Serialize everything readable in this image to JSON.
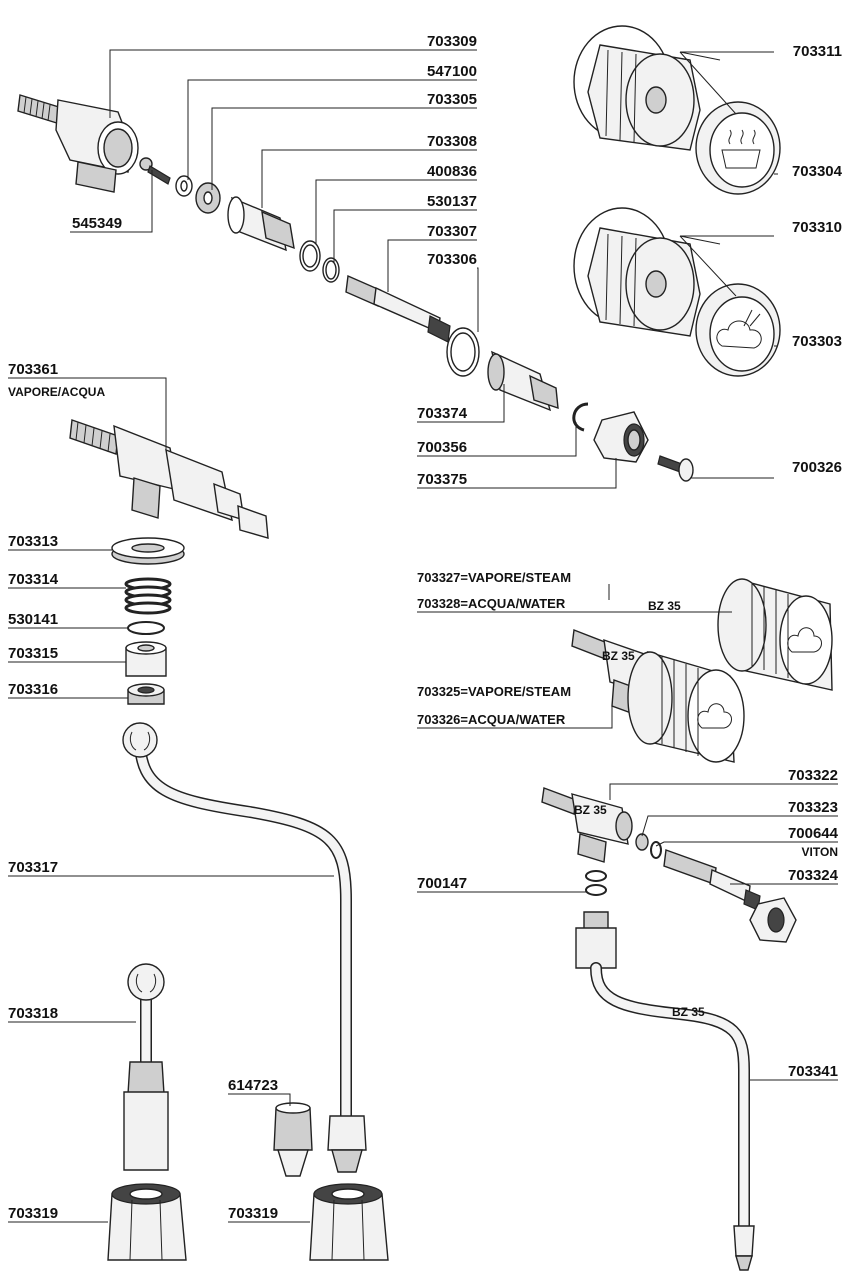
{
  "parts": {
    "p703309": "703309",
    "p547100": "547100",
    "p703305": "703305",
    "p703308": "703308",
    "p400836": "400836",
    "p530137": "530137",
    "p703307": "703307",
    "p703306": "703306",
    "p545349": "545349",
    "p703374": "703374",
    "p700356": "700356",
    "p703375": "703375",
    "p700326": "700326",
    "p703311": "703311",
    "p703304": "703304",
    "p703310": "703310",
    "p703303": "703303",
    "p703361": "703361",
    "p703361_sub": "VAPORE/ACQUA",
    "p703313": "703313",
    "p703314": "703314",
    "p530141": "530141",
    "p703315": "703315",
    "p703316": "703316",
    "p703317": "703317",
    "p703318": "703318",
    "p614723": "614723",
    "p703319a": "703319",
    "p703319b": "703319",
    "p703327": "703327=VAPORE/STEAM",
    "p703328": "703328=ACQUA/WATER",
    "bz35_knob": "BZ 35",
    "bz35_valve": "BZ 35",
    "p703325": "703325=VAPORE/STEAM",
    "p703326": "703326=ACQUA/WATER",
    "p703322": "703322",
    "bz35_body": "BZ 35",
    "p703323": "703323",
    "p700644": "700644",
    "p700644_sub": "VITON",
    "p703324": "703324",
    "p700147": "700147",
    "bz35_tube": "BZ 35",
    "p703341": "703341"
  },
  "icons": [
    "cup-steam-icon",
    "steam-cloud-icon",
    "steam-cloud-icon",
    "steam-cloud-icon"
  ]
}
